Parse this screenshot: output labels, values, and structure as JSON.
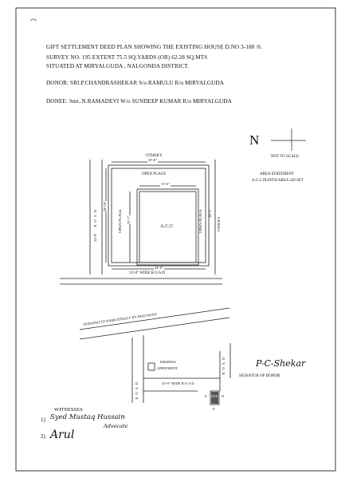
{
  "header": {
    "line1": "GIFT SETTLEMENT DEED PLAN SHOWING THE EXISTING HOUSE D.NO 3-188 /6.",
    "line2": "SURVEY NO. 195  EXTENT  75.5 SQ.YARDS (OR) 62.28 SQ.MTS",
    "line3": "SITUATED AT MIRYALGUDA , NALGONDA DISTRICT."
  },
  "donor": "DONOR:  SRI.P.CHANDRASHEKAR S/o RAMULU R/o MIRYALGUDA",
  "donee": "DONEE:  Smt..N.RAMADEVI W/o SUNDEEP KUMAR R/o MIRYALGUDA",
  "north": {
    "letter": "N",
    "note": "NOT  TO  SCALE"
  },
  "area_statement": {
    "title": "AREA STATEMENT",
    "value": "A.C.C PLINTH AREA 249  SFT"
  },
  "plan": {
    "others_top": "OTHER'S",
    "dim_top": "25'-8\"",
    "open_place_top": "OPEN PLACE",
    "dim_acc_top": "11'-6\"",
    "acc": "A.C.C",
    "dim_acc_left": "21'-7\"",
    "open_place_left": "OPEN PLACE",
    "open_place_right": "OPEN PLACE",
    "dim_left_upper": "28'-10\"",
    "dim_left_lower": "24'-0\"",
    "road_left": "R O A D",
    "dim_right": "28'-5\"",
    "others_right": "OTHER'S",
    "dim_bottom": "24'-8\"",
    "road_bottom": "33'-0\" WIDE  R O A D"
  },
  "location": {
    "bypass_road": "ADDANKI TO  NARKATPALLY BY PASS ROAD",
    "krishna": "KRISHNA",
    "apartment": "APPATMENT",
    "wide_road": "33'-0\" WIDE  R O A D",
    "road_left": "R O A D",
    "road_right": "R O A D",
    "site_s": "S",
    "site": "SITE",
    "site_n": "N",
    "site_e": "E"
  },
  "signatures": {
    "donor_label": "SIGNATUR OF DONOR",
    "donor_signature": "P-C-Shekar",
    "witnesses_label": "WITNESSES",
    "w1_num": "1)",
    "w1_signature": "Syed Mustaq Hussain",
    "w1_sub": "Advocate",
    "w2_num": "2)",
    "w2_signature": "Arul"
  }
}
